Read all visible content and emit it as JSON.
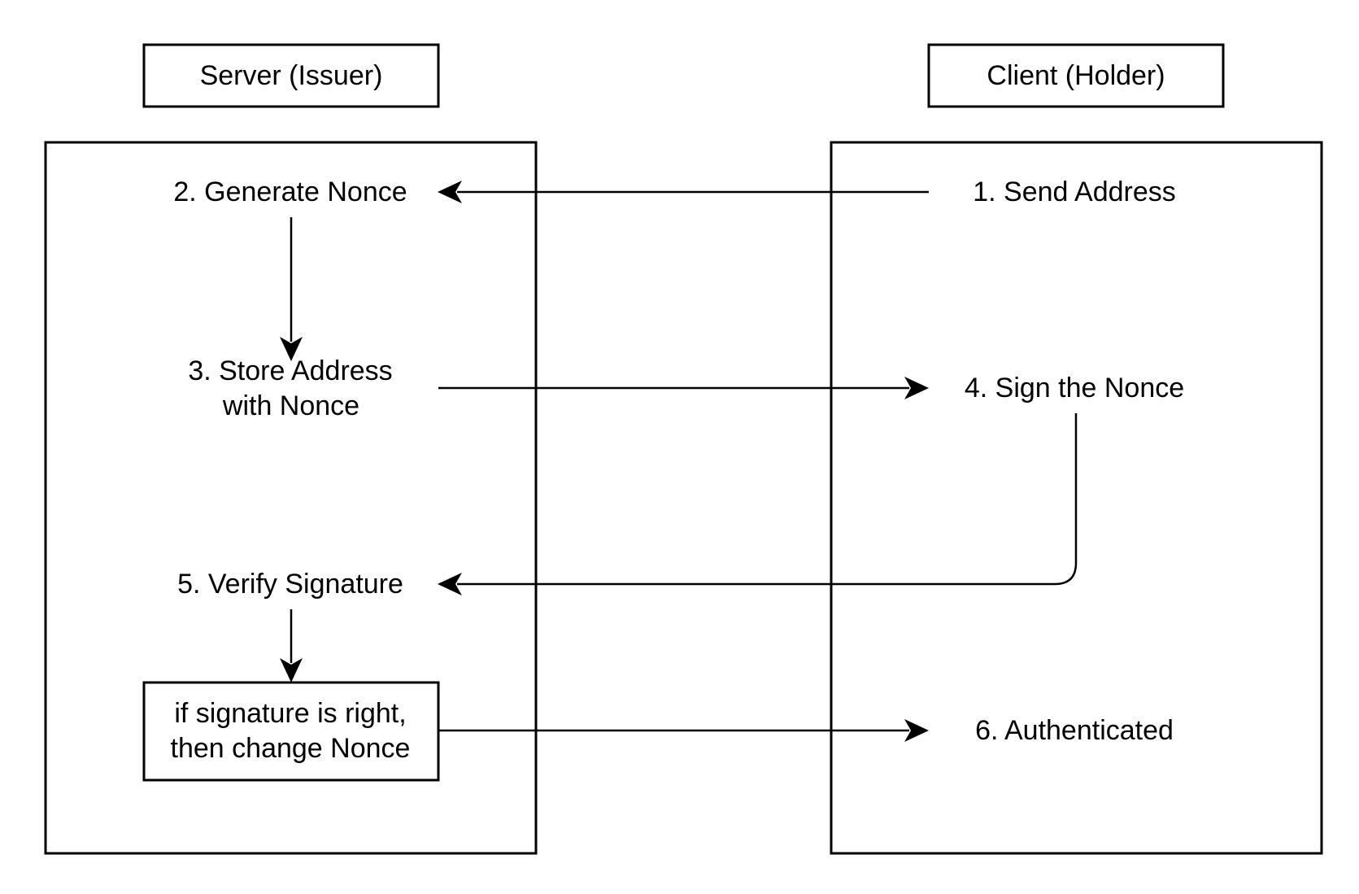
{
  "header_labels": {
    "server": "Server (Issuer)",
    "client": "Client (Holder)"
  },
  "steps": {
    "send_address": "1. Send Address",
    "generate_nonce": "2. Generate Nonce",
    "store_address_line1": "3. Store Address",
    "store_address_line2": "with Nonce",
    "sign_nonce": "4. Sign the Nonce",
    "verify_signature": "5. Verify Signature",
    "change_nonce_line1": "if signature is right,",
    "change_nonce_line2": "then change Nonce",
    "authenticated": "6. Authenticated"
  }
}
